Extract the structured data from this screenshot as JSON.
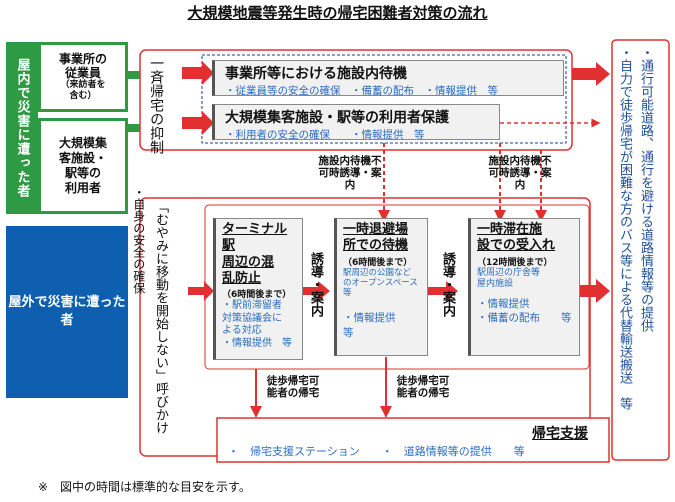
{
  "title": "大規模地震等発生時の帰宅困難者対策の流れ",
  "indoor_band": "屋内で災害に遭った者",
  "employees": {
    "line1": "事業所の",
    "line2": "従業員",
    "sub1": "（来訪者を",
    "sub2": "含む）"
  },
  "facility_users": {
    "l1": "大規模集",
    "l2": "客施設・",
    "l3": "駅等の",
    "l4": "利用者"
  },
  "outdoor_band": "屋外で災害に遭った者",
  "left_column": {
    "main": "一斉帰宅の抑制",
    "sub": "・自身の安全の確保"
  },
  "second_column": "「むやみに移動を開始しない」呼びかけ",
  "office_box": {
    "title": "事業所等における施設内待機",
    "items": "・従業員等の安全の確保　・備蓄の配布　・情報提供　等"
  },
  "facility_box": {
    "title": "大規模集客施設・駅等の利用者保護",
    "items": "・利用者の安全の確保　　・情報提供　等"
  },
  "wait_impossible_left": "施設内待機不可時誘導・案内",
  "wait_impossible_right": "施設内待機不可時誘導・案内",
  "terminal_box": {
    "t1": "ターミナル駅",
    "t2": "周辺の混",
    "t3": "乱防止",
    "time": "（6時間後まで）",
    "item1": "・駅前滞留者",
    "item2": "対策協議会に",
    "item3": "よる対応",
    "item4": "・情報提供　等"
  },
  "guidance_1": "誘導・案内",
  "evac_box": {
    "t1": "一時退避場",
    "t2": "所での待機",
    "time": "（6時間後まで）",
    "place1": "駅周辺の公園など",
    "place2": "のオープンスペース等",
    "item1": "・情報提供　　等"
  },
  "guidance_2": "誘導・案内",
  "stay_box": {
    "t1": "一時滞在施",
    "t2": "設での受入れ",
    "time": "（12時間後まで）",
    "place1": "駅周辺の庁舎等",
    "place2": "屋内施設",
    "item1": "・情報提供",
    "item2": "・備蓄の配布　　等"
  },
  "walk_label_1": "徒歩帰宅可能者の帰宅",
  "walk_label_2": "徒歩帰宅可能者の帰宅",
  "support_box": {
    "title": "帰宅支援",
    "items": "・　帰宅支援ステーション　　・　道路情報等の提供　　等"
  },
  "right_column_1": "・通行可能道路、通行を避ける道路情報等の提供",
  "right_column_2": "・自力で徒歩帰宅が困難な方のバス等による代替輸送搬送　等",
  "note": "※　図中の時間は標準的な目安を示す。",
  "colors": {
    "green": "#2e9a44",
    "blue": "#0e5fb0",
    "red": "#e23030",
    "dark_blue": "#1f3f8a"
  }
}
